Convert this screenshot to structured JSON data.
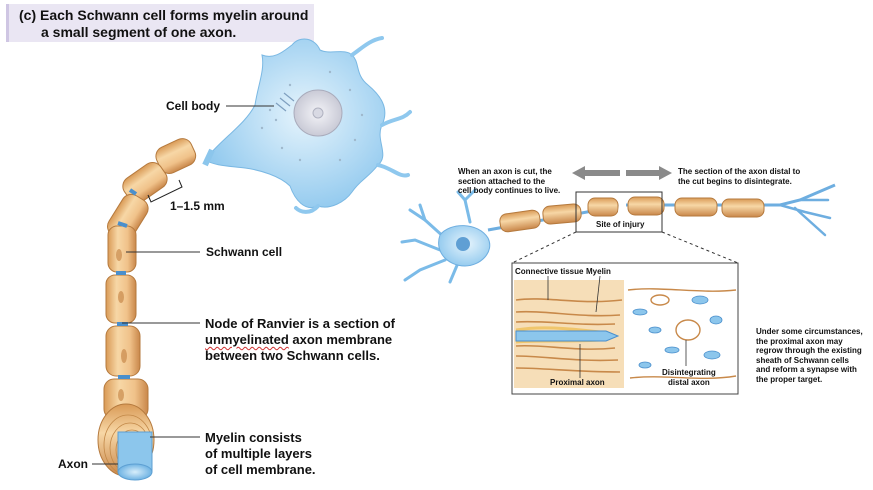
{
  "title": {
    "line1": "(c) Each Schwann cell forms myelin around",
    "line2": "a small segment of one axon."
  },
  "labels": {
    "cell_body": "Cell body",
    "segment_length": "1–1.5 mm",
    "schwann_cell": "Schwann cell",
    "node_bold": "Node of Ranvier",
    "node_line1_rest": " is a section of",
    "node_line2": "unmyelinated",
    "node_line2_rest": " axon membrane",
    "node_line3": "between two Schwann cells.",
    "myelin_bold": "Myelin",
    "myelin_line1_rest": " consists",
    "myelin_line2": "of multiple layers",
    "myelin_line3": "of cell membrane.",
    "axon": "Axon"
  },
  "injury": {
    "left_text": [
      "When an axon is cut, the",
      "section attached to the",
      "cell body continues to live."
    ],
    "right_text": [
      "The section of the axon distal to",
      "the cut begins to disintegrate."
    ],
    "site": "Site of injury",
    "connective_tissue": "Connective tissue",
    "myelin": "Myelin",
    "proximal_axon": "Proximal axon",
    "distal_axon": [
      "Disintegrating",
      "distal axon"
    ],
    "regrowth": [
      "Under some circumstances,",
      "the proximal axon may",
      "regrow through the existing",
      "sheath of Schwann cells",
      "and reform a synapse with",
      "the proper target."
    ]
  },
  "colors": {
    "title_bg": "#eae6f3",
    "myelin": "#f2c890",
    "myelin_dark": "#c8894a",
    "axon_blue": "#8cc6ec",
    "cell_body": "#bfe2f7",
    "nucleus": "#e3e3ea"
  }
}
